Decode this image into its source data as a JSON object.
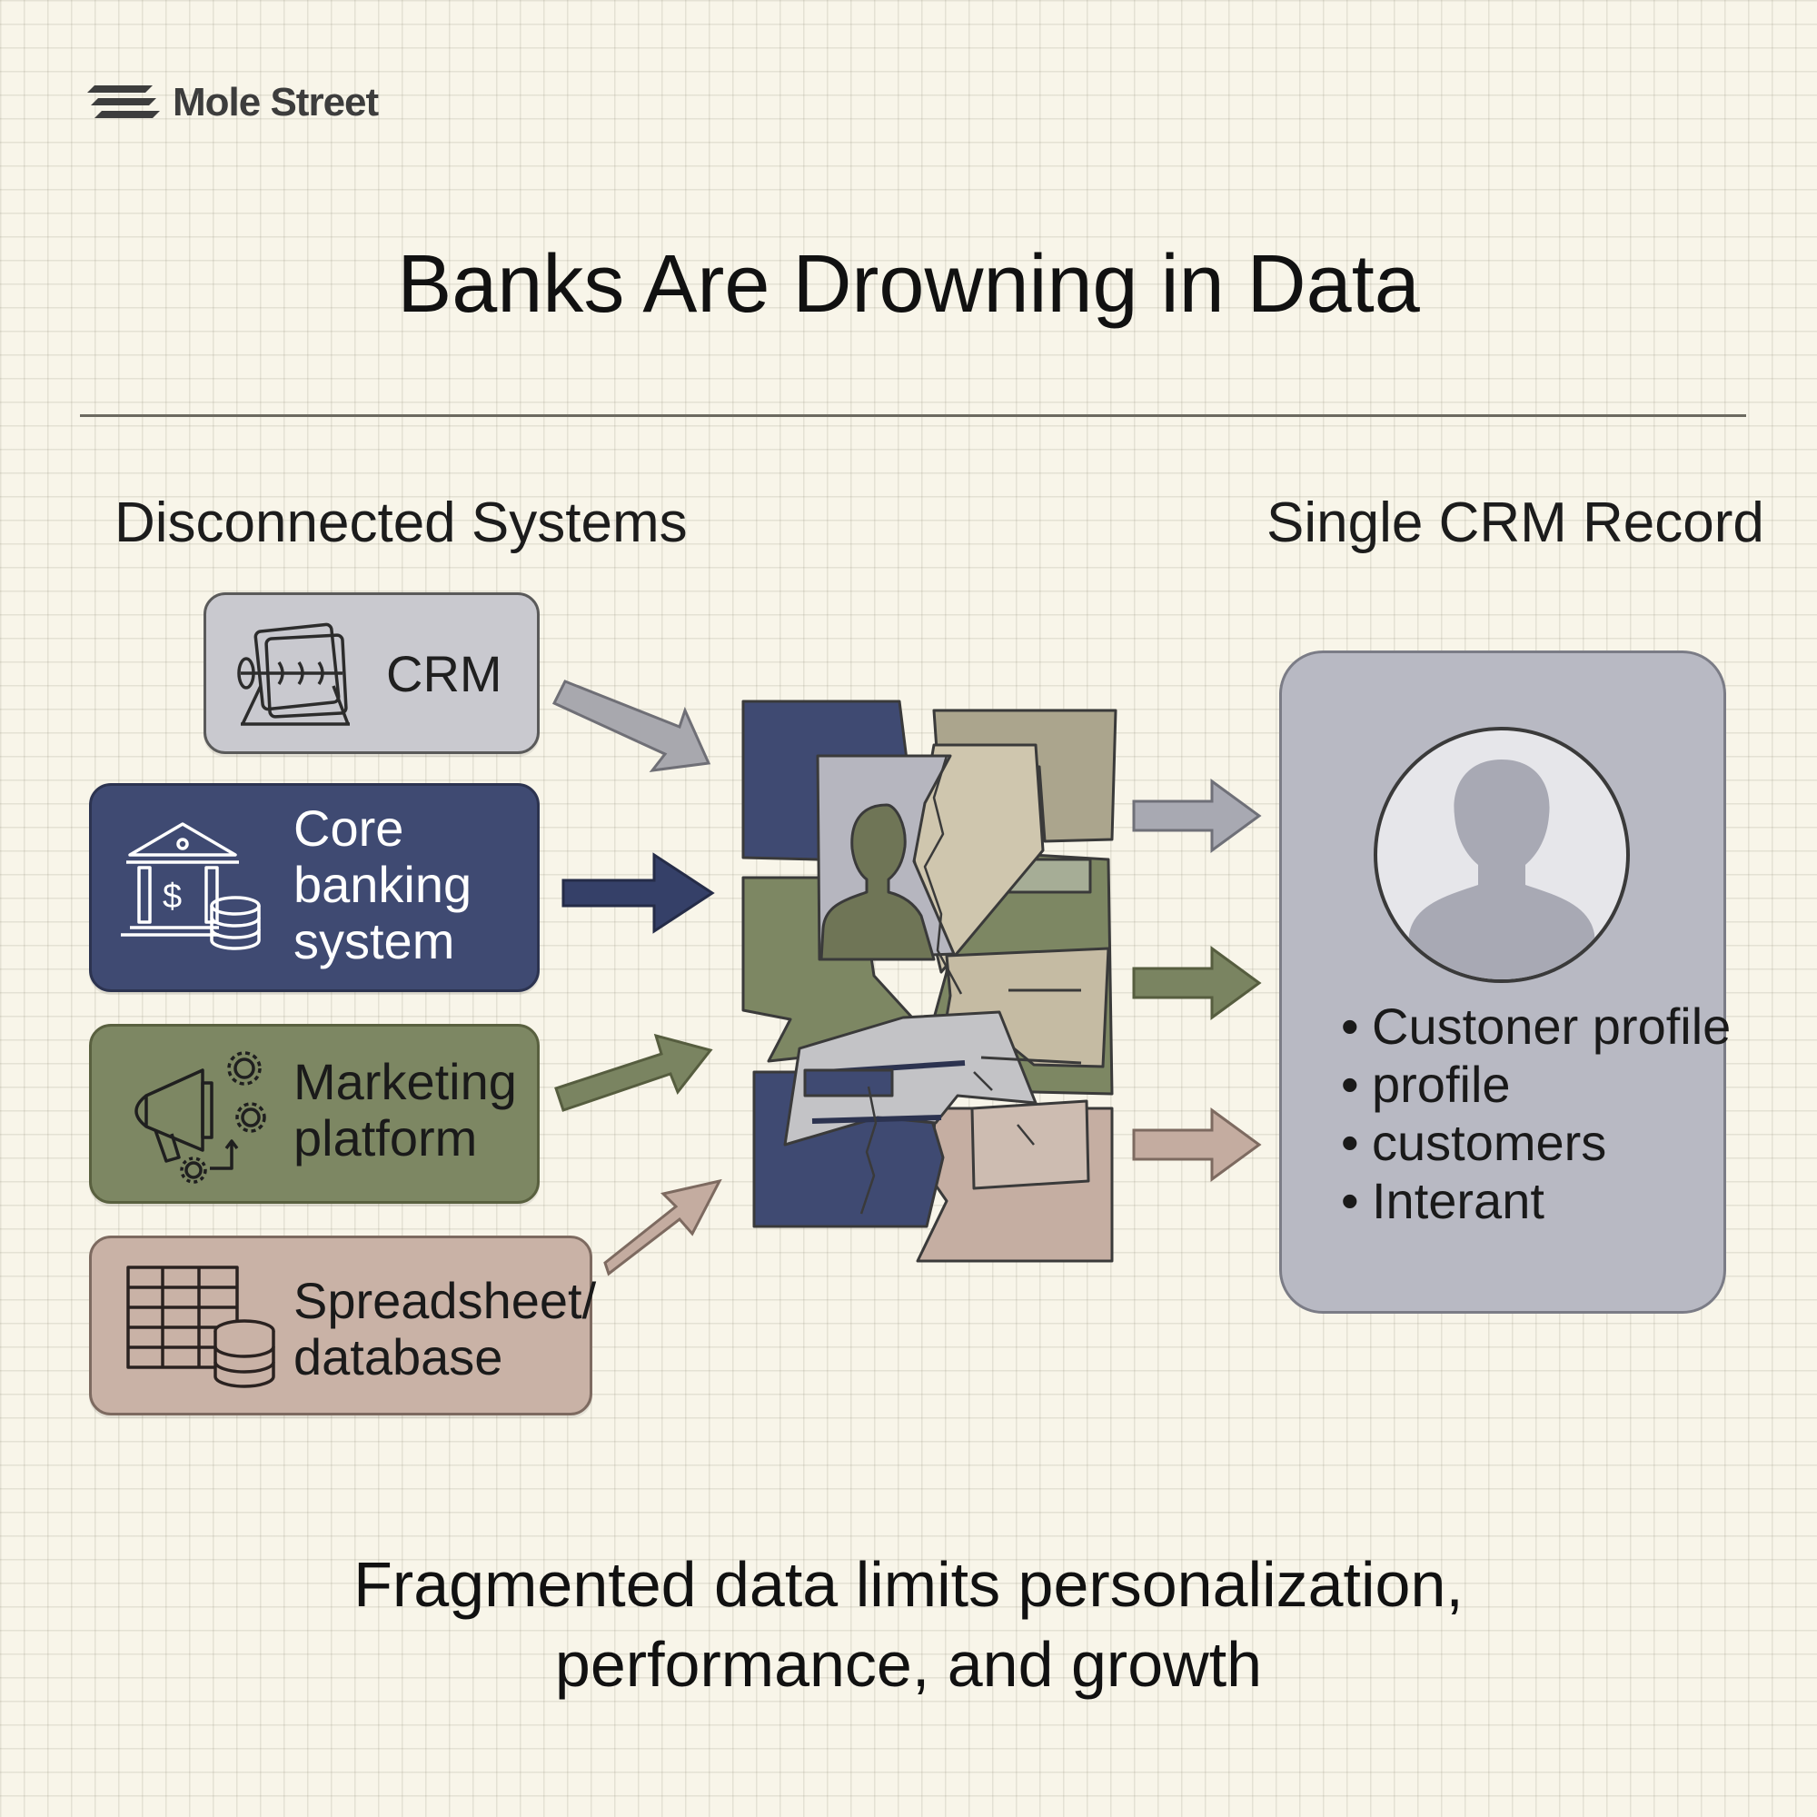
{
  "brand": {
    "name": "Mole Street"
  },
  "title": "Banks Are Drowning in Data",
  "left_heading": "Disconnected Systems",
  "right_heading": "Single CRM Record",
  "systems": [
    {
      "label": "CRM",
      "icon": "rolodex-icon",
      "color": "#c9c9cf"
    },
    {
      "label": "Core banking system",
      "icon": "bank-database-icon",
      "color": "#3f4a72"
    },
    {
      "label": "Marketing platform",
      "icon": "megaphone-gears-icon",
      "color": "#7d8763"
    },
    {
      "label": "Spreadsheet/ database",
      "icon": "spreadsheet-database-icon",
      "color": "#c9b2a6"
    }
  ],
  "record": {
    "icon": "user-avatar-icon",
    "items": [
      "Custoner profile",
      "profile",
      "customers",
      "Interant"
    ]
  },
  "footer": {
    "line1": "Fragmented data limits personalization,",
    "line2": "performance, and growth"
  }
}
